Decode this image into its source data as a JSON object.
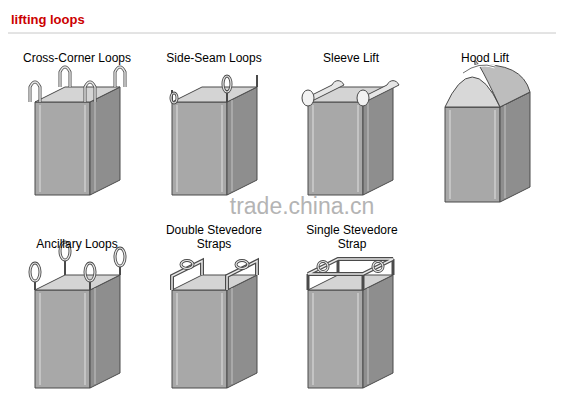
{
  "diagram": {
    "title": "lifting loops",
    "labels": [
      "Cross-Corner Loops",
      "Side-Seam Loops",
      "Sleeve Lift",
      "Hood Lift",
      "Ancillary Loops",
      "Double Stevedore Straps",
      "Single Stevedore Strap",
      "trade.china.cn"
    ]
  }
}
